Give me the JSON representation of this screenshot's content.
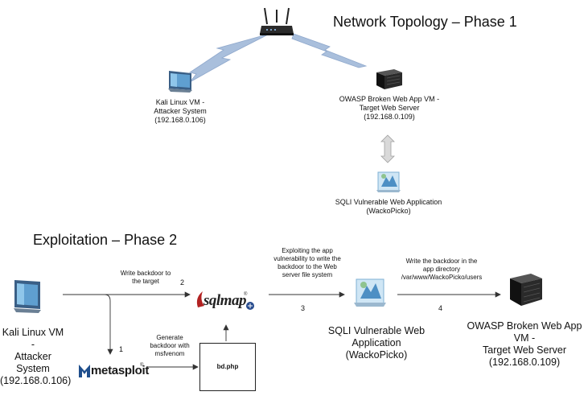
{
  "phase1": {
    "title": "Network Topology – Phase 1",
    "kali": [
      "Kali Linux VM -",
      "Attacker System",
      "(192.168.0.106)"
    ],
    "owasp": [
      "OWASP Broken Web App VM -",
      "Target Web Server",
      "(192.168.0.109)"
    ],
    "sqli": [
      "SQLI Vulnerable Web Application",
      "(WackoPicko)"
    ]
  },
  "phase2": {
    "title": "Exploitation – Phase 2",
    "kali": [
      "Kali Linux VM -",
      "Attacker System",
      "(192.168.0.106)"
    ],
    "sqli": [
      "SQLI Vulnerable Web Application",
      "(WackoPicko)"
    ],
    "owasp": [
      "OWASP Broken Web App VM -",
      "Target Web Server",
      "(192.168.0.109)"
    ],
    "step1_num": "1",
    "step2_num": "2",
    "step3_num": "3",
    "step4_num": "4",
    "step2_label": [
      "Write backdoor to",
      "the target"
    ],
    "generate_label": [
      "Generate",
      "backdoor with",
      "msfvenom"
    ],
    "step3_label": [
      "Exploiting the app",
      "vulnerability to write the",
      "backdoor to the Web",
      "server file system"
    ],
    "step4_label": [
      "Write the backdoor in the",
      "app directory",
      "/var/www/WackoPicko/users"
    ],
    "file_label": "bd.php",
    "sqlmap_logo": "sqlmap",
    "metasploit_logo": "metasploit"
  },
  "colors": {
    "link": "#9fb6d6",
    "arrow": "#333333",
    "server": "#1a1a1a",
    "screen": "#3f7fb5"
  }
}
